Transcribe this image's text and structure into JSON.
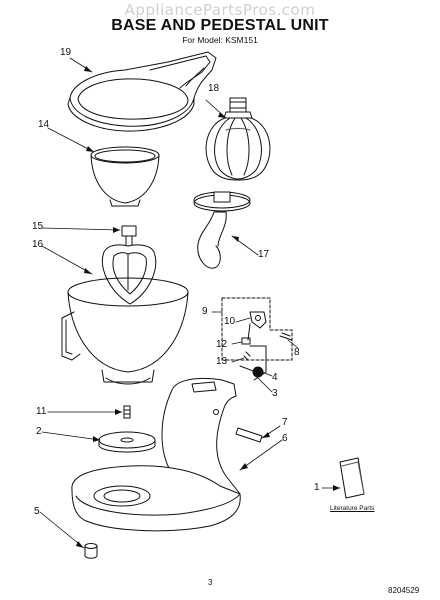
{
  "header": {
    "watermark": "AppliancePartsPros.com",
    "title": "BASE AND PEDESTAL UNIT",
    "model": "For Model: KSM151"
  },
  "callouts": {
    "c1": "1",
    "c2": "2",
    "c3": "3",
    "c4": "4",
    "c5": "5",
    "c6": "6",
    "c7": "7",
    "c8": "8",
    "c9": "9",
    "c10": "10",
    "c11": "11",
    "c12": "12",
    "c13": "13",
    "c14": "14",
    "c15": "15",
    "c16": "16",
    "c17": "17",
    "c18": "18",
    "c19": "19"
  },
  "literature_label": "Literature Parts",
  "footer": {
    "page_number": "3",
    "document_number": "8204529"
  }
}
